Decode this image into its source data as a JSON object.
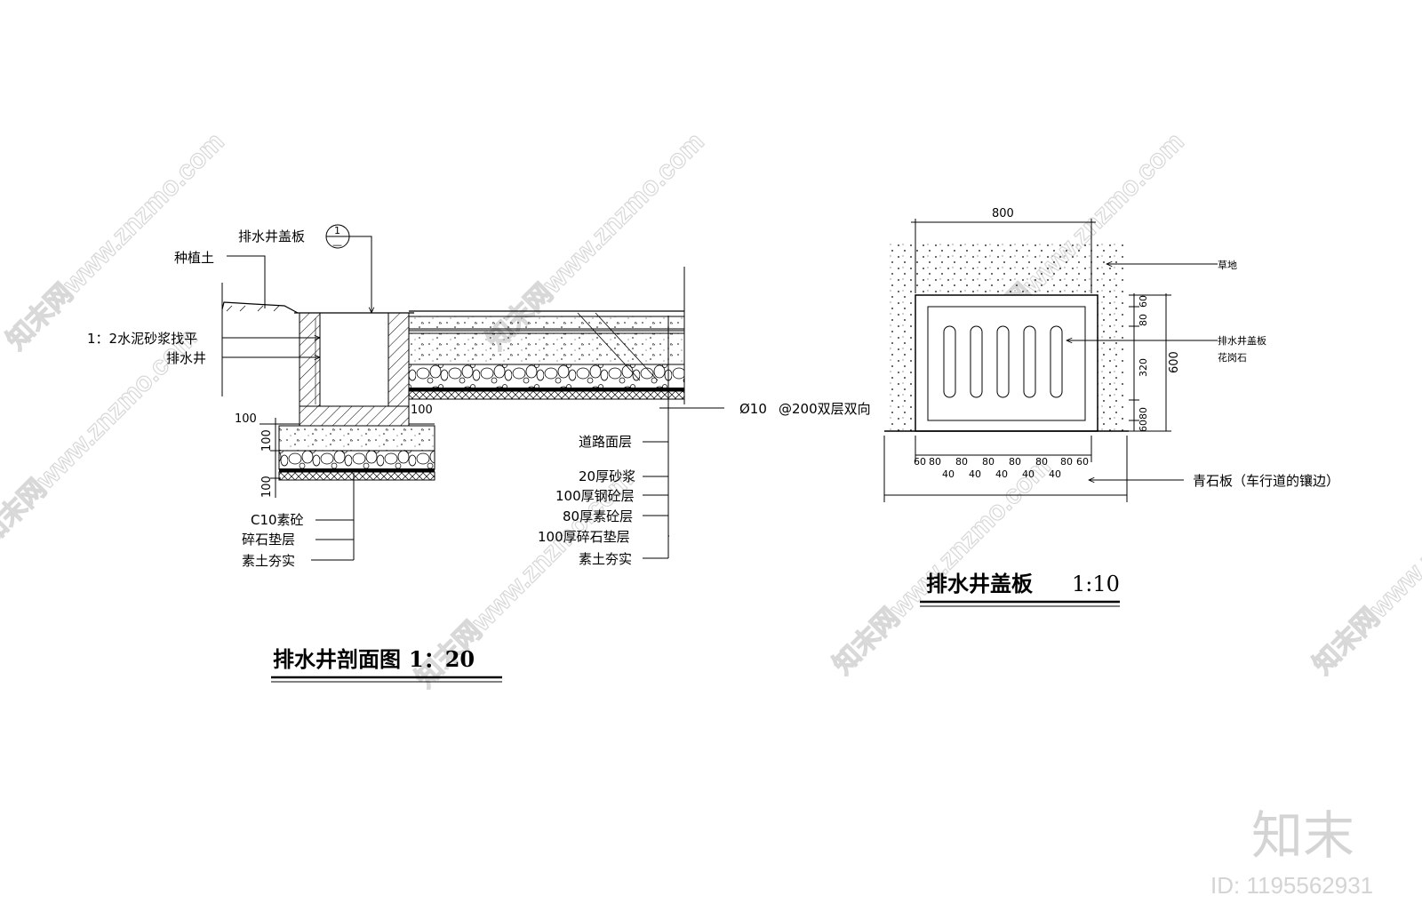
{
  "watermark": {
    "text": "知末网www.znzmo.com"
  },
  "brand": {
    "logo": "知末",
    "id": "ID: 1195562931"
  },
  "section": {
    "title": "排水井剖面图",
    "scale": "1：20",
    "top_labels": {
      "cover": "排水井盖板",
      "index_num": "1",
      "index_sheet": "—",
      "soil": "种植土",
      "mortar": "1：2水泥砂浆找平",
      "well": "排水井"
    },
    "dims": {
      "left_100": "100",
      "right_100": "100",
      "v_100a": "100",
      "v_100b": "100"
    },
    "left_layers": [
      "C10素砼",
      "碎石垫层",
      "素土夯实"
    ],
    "rebar_note": {
      "dia": "Ø10",
      "spacing": "@200双层双向"
    },
    "right_layers": [
      "道路面层",
      "20厚砂浆",
      "100厚钢砼层",
      "80厚素砼层",
      "100厚碎石垫层",
      "素土夯实"
    ]
  },
  "plan": {
    "title": "排水井盖板",
    "scale": "1:10",
    "dims": {
      "width": "800",
      "h_60": "60",
      "h_80": "80",
      "h_320": "320",
      "h_600": "600",
      "bottom_top": [
        "60",
        "80",
        "80",
        "80",
        "80",
        "80",
        "80",
        "60"
      ],
      "bottom_bottom": [
        "40",
        "40",
        "40",
        "40",
        "40"
      ]
    },
    "labels": {
      "grass": "草地",
      "cover": "排水井盖板",
      "granite": "花岗石",
      "bluestone": "青石板（车行道的镶边）"
    }
  }
}
